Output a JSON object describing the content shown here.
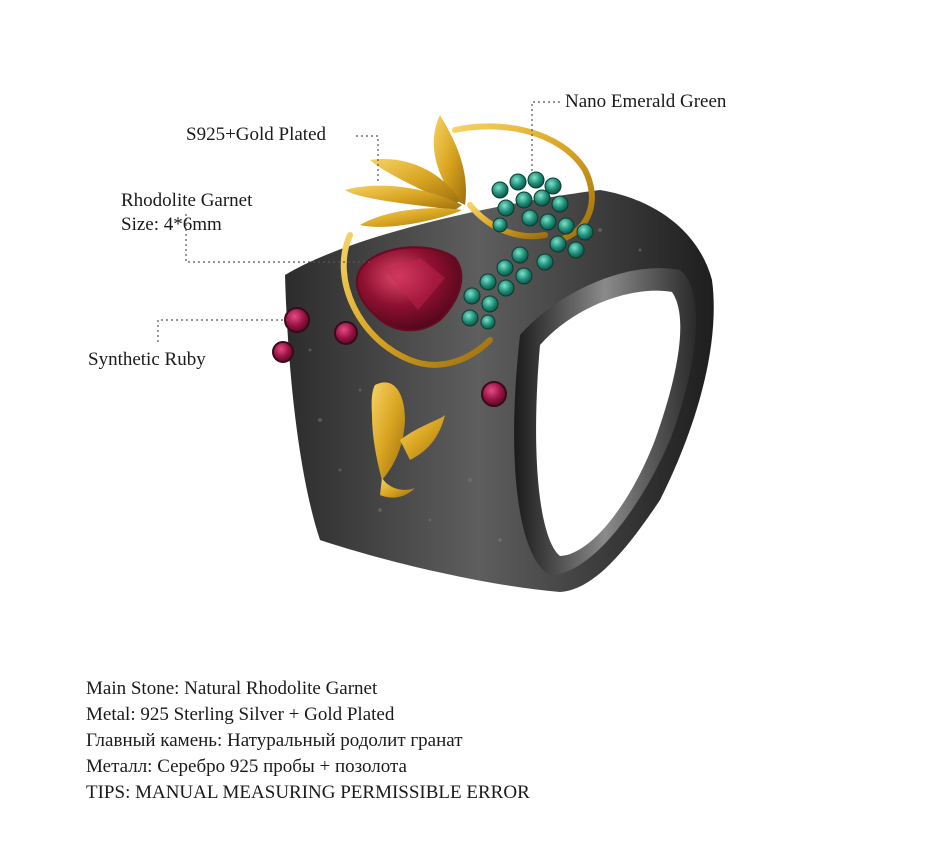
{
  "callouts": {
    "emerald": "Nano Emerald Green",
    "plating": "S925+Gold Plated",
    "garnet_name": "Rhodolite Garnet",
    "garnet_size": "Size: 4*6mm",
    "ruby": "Synthetic Ruby"
  },
  "specs": [
    "Main Stone: Natural Rhodolite Garnet",
    "Metal: 925 Sterling Silver + Gold Plated",
    "Главный камень: Натуральный родолит гранат",
    "Металл: Серебро 925 пробы + позолота",
    "TIPS: MANUAL MEASURING PERMISSIBLE ERROR"
  ],
  "colors": {
    "metal_dark": "#3a3a3a",
    "metal_mid": "#6b6b6b",
    "gold": "#d9a521",
    "garnet": "#8e1030",
    "emerald": "#1f8f7a",
    "ruby": "#9a1445",
    "leader_line": "#555555"
  }
}
